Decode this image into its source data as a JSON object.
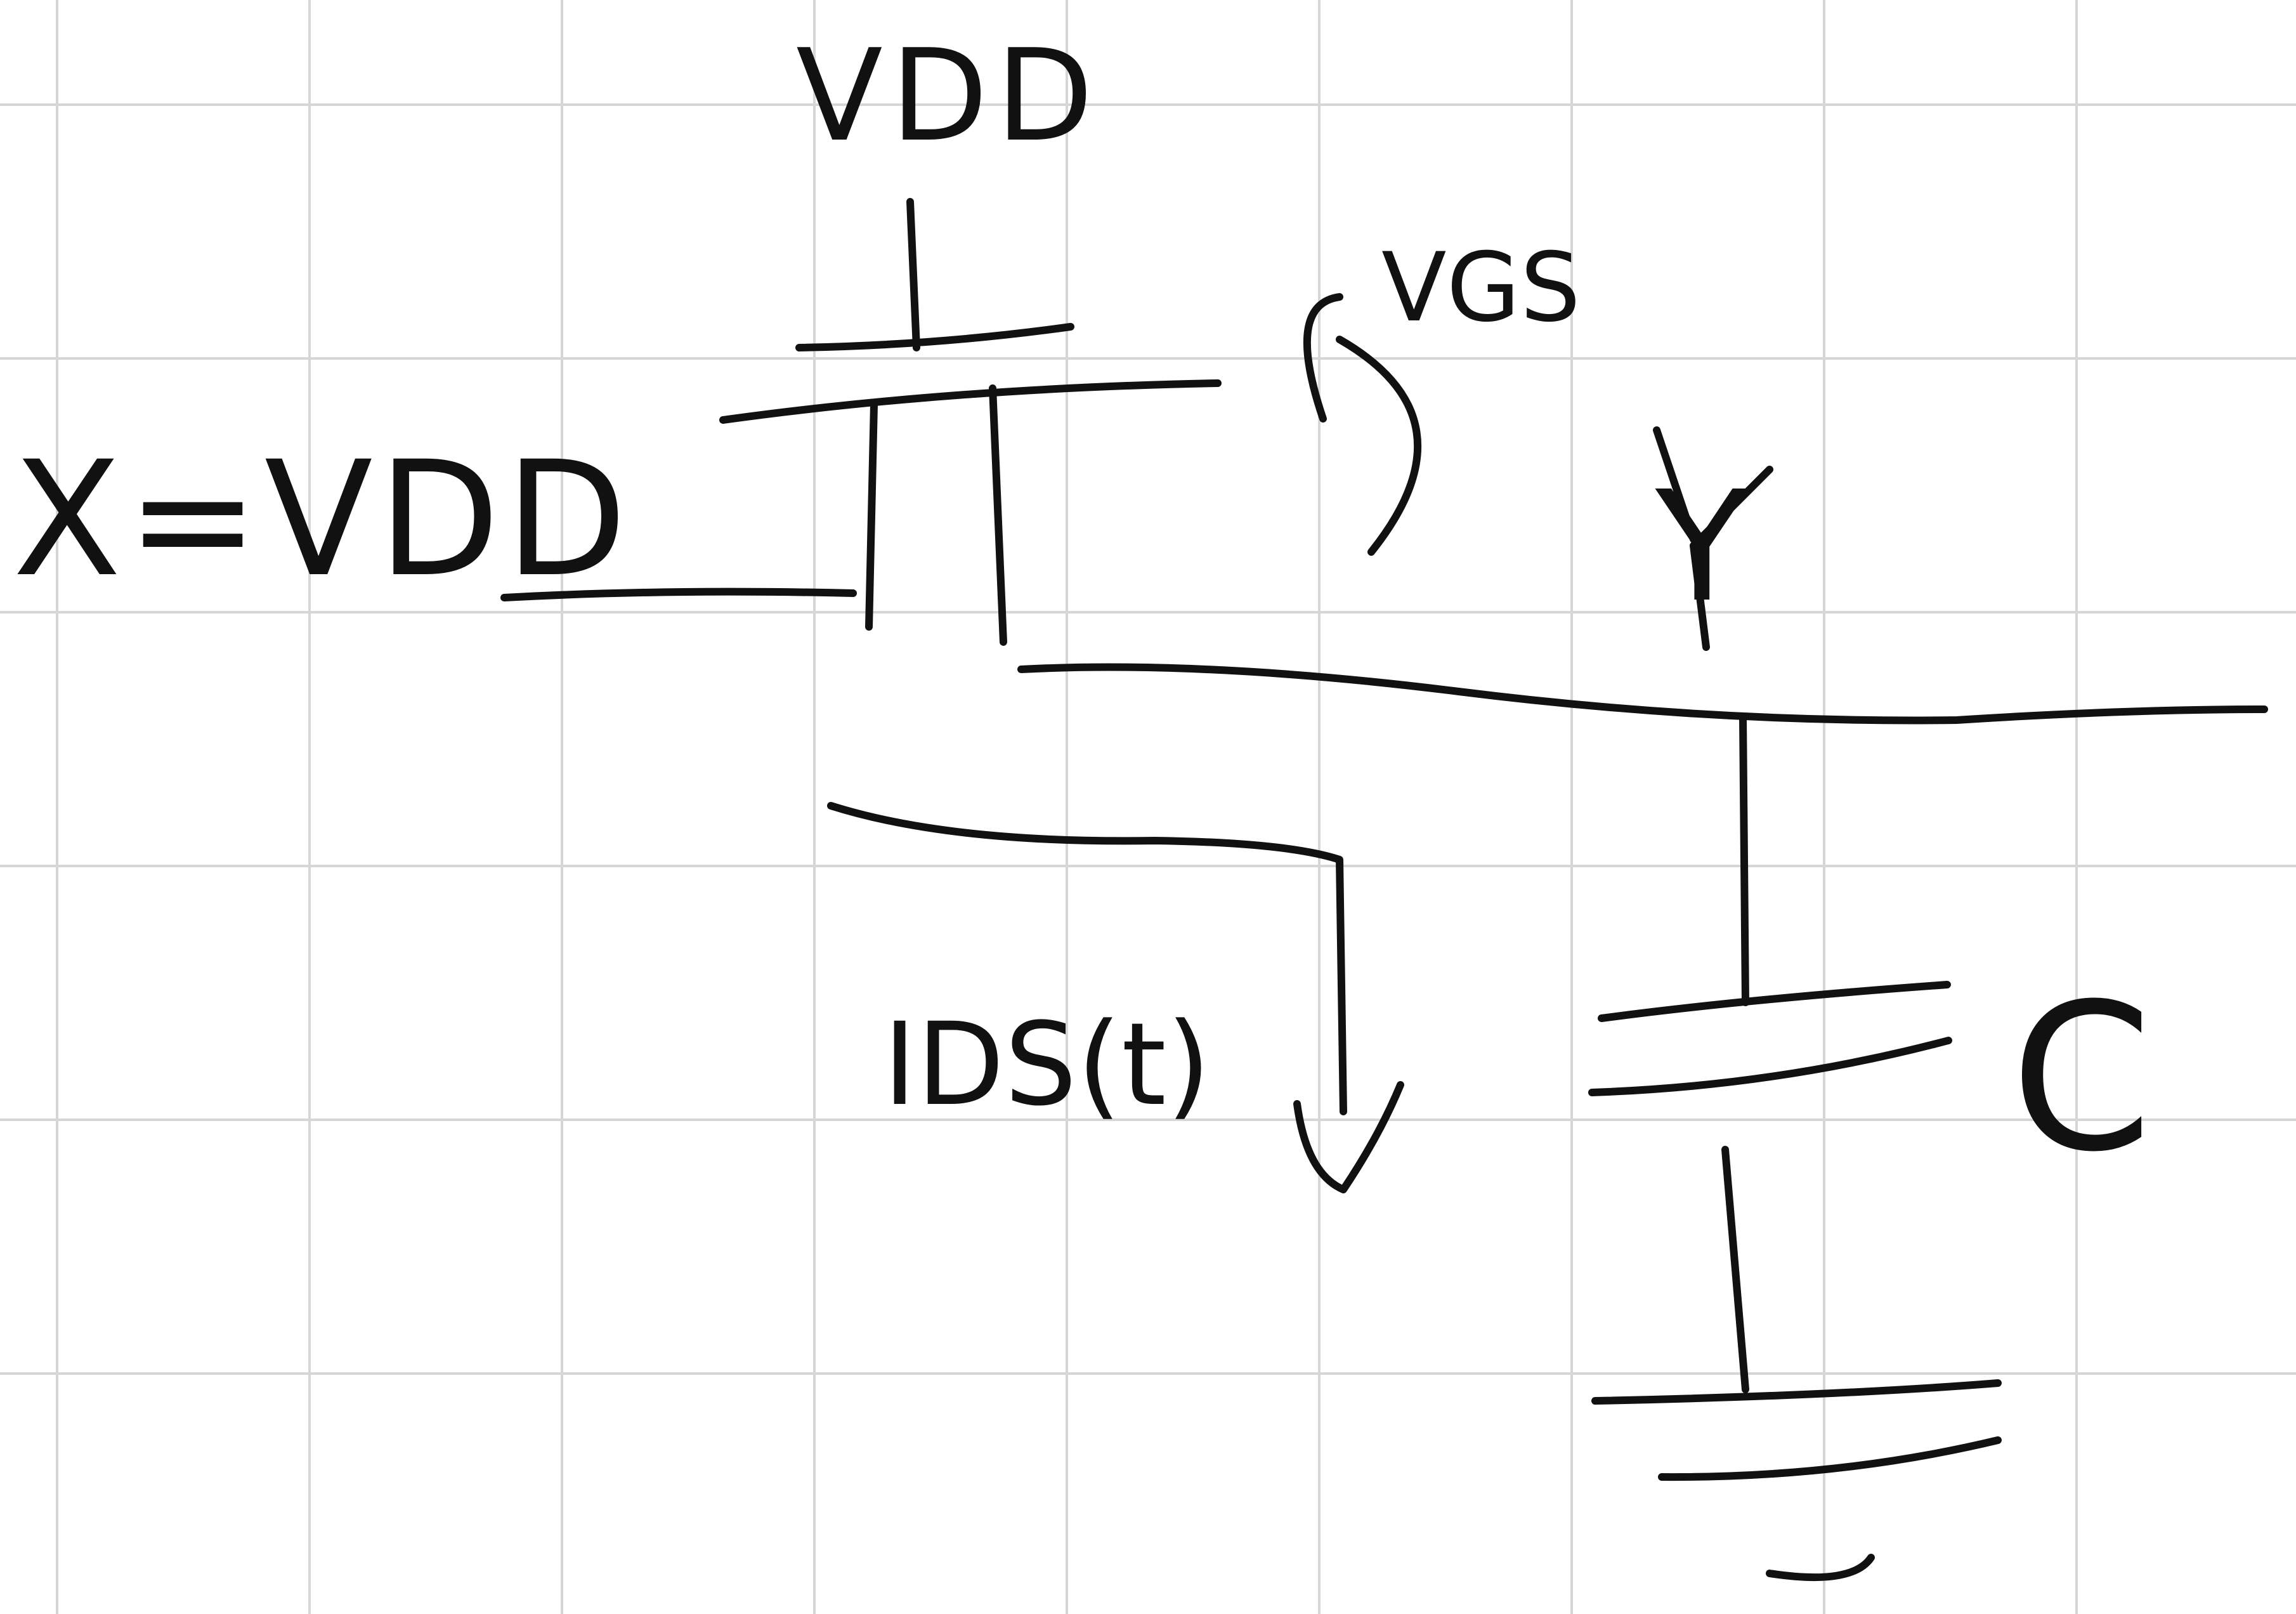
{
  "colors": {
    "background": "#ffffff",
    "grid": "#d6d6d6",
    "ink": "#111111"
  },
  "labels": {
    "vdd": "VDD",
    "vgs": "VGS",
    "input": "X=VDD",
    "output": "Y",
    "current": "IDS(t)",
    "capacitor": "C"
  }
}
